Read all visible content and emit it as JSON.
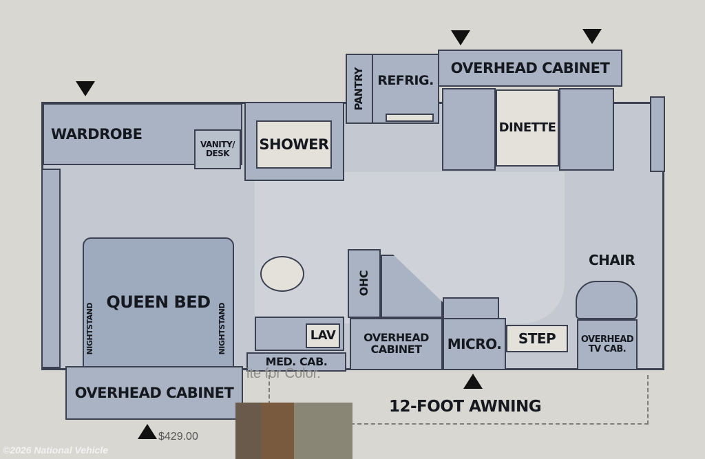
{
  "labels": {
    "wardrobe": "WARDROBE",
    "vanity": "VANITY/ DESK",
    "shower": "SHOWER",
    "pantry": "PANTRY",
    "refrig": "REFRIG.",
    "overhead_top": "OVERHEAD CABINET",
    "dinette": "DINETTE",
    "queen_bed": "QUEEN BED",
    "nightstand_left": "NIGHTSTAND",
    "nightstand_right": "NIGHTSTAND",
    "overhead_bottom": "OVERHEAD CABINET",
    "lav": "LAV",
    "med_cab": "MED. CAB.",
    "ohc": "OHC",
    "overhead_mid": "OVERHEAD CABINET",
    "micro": "MICRO.",
    "step": "STEP",
    "chair": "CHAIR",
    "overhead_tv": "OVERHEAD TV CAB.",
    "awning": "12-FOOT AWNING"
  },
  "background_text": {
    "color_note": "ite for Color.",
    "price": "$429.00"
  },
  "watermark": "©2026 National Vehicle"
}
